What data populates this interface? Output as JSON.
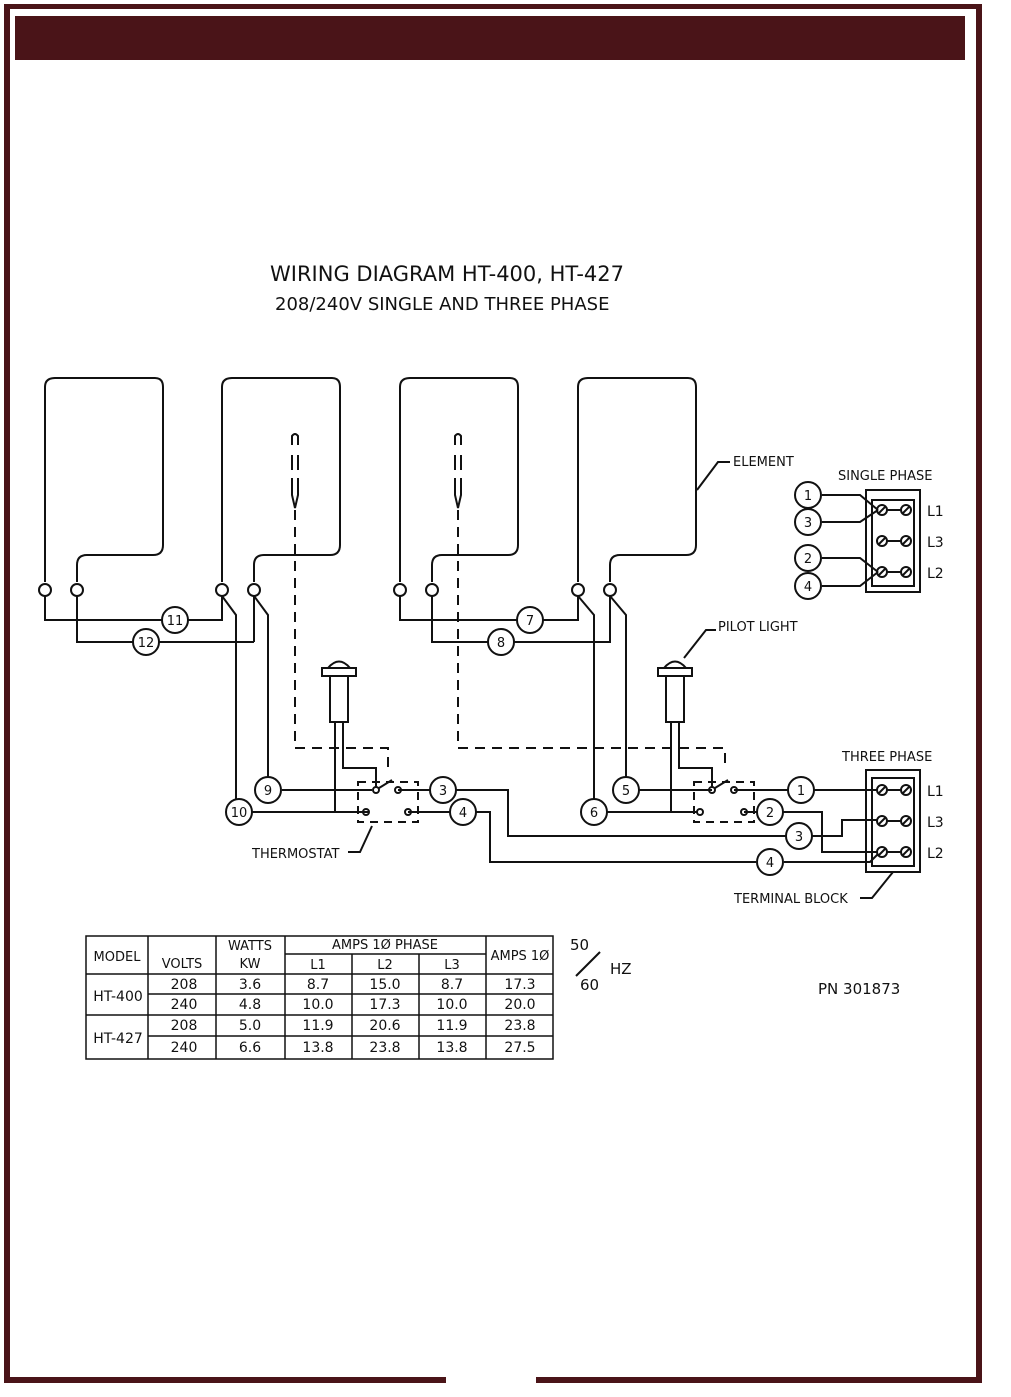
{
  "diagram": {
    "title": "WIRING DIAGRAM HT-400, HT-427",
    "subtitle": "208/240V SINGLE AND THREE PHASE",
    "labels": {
      "element": "ELEMENT",
      "pilot_light": "PILOT LIGHT",
      "thermostat": "THERMOSTAT",
      "terminal_block": "TERMINAL BLOCK",
      "single_phase": "SINGLE PHASE",
      "three_phase": "THREE PHASE",
      "pn": "PN 301873"
    },
    "wire_numbers": {
      "w1a": "1",
      "w3a": "3",
      "w2a": "2",
      "w4a": "4",
      "w11": "11",
      "w12": "12",
      "w7": "7",
      "w8": "8",
      "w9": "9",
      "w10": "10",
      "w3b": "3",
      "w4b": "4",
      "w5": "5",
      "w6": "6",
      "w1b": "1",
      "w2b": "2",
      "w3c": "3",
      "w4c": "4"
    },
    "single_phase_terminals": [
      "L1",
      "L3",
      "L2"
    ],
    "three_phase_terminals": [
      "L1",
      "L3",
      "L2"
    ],
    "hz": {
      "top": "50",
      "bottom": "60",
      "unit": "HZ"
    }
  },
  "table": {
    "headers": {
      "model": "MODEL",
      "volts": "VOLTS",
      "watts": "WATTS",
      "kw": "KW",
      "amps_phase": "AMPS 1Ø PHASE",
      "l1": "L1",
      "l2": "L2",
      "l3": "L3",
      "amps_1": "AMPS 1Ø"
    },
    "rows": [
      {
        "model": "HT-400",
        "volts": "208",
        "kw": "3.6",
        "l1": "8.7",
        "l2": "15.0",
        "l3": "8.7",
        "amps": "17.3"
      },
      {
        "model": "",
        "volts": "240",
        "kw": "4.8",
        "l1": "10.0",
        "l2": "17.3",
        "l3": "10.0",
        "amps": "20.0"
      },
      {
        "model": "HT-427",
        "volts": "208",
        "kw": "5.0",
        "l1": "11.9",
        "l2": "20.6",
        "l3": "11.9",
        "amps": "23.8"
      },
      {
        "model": "",
        "volts": "240",
        "kw": "6.6",
        "l1": "13.8",
        "l2": "23.8",
        "l3": "13.8",
        "amps": "27.5"
      }
    ]
  }
}
